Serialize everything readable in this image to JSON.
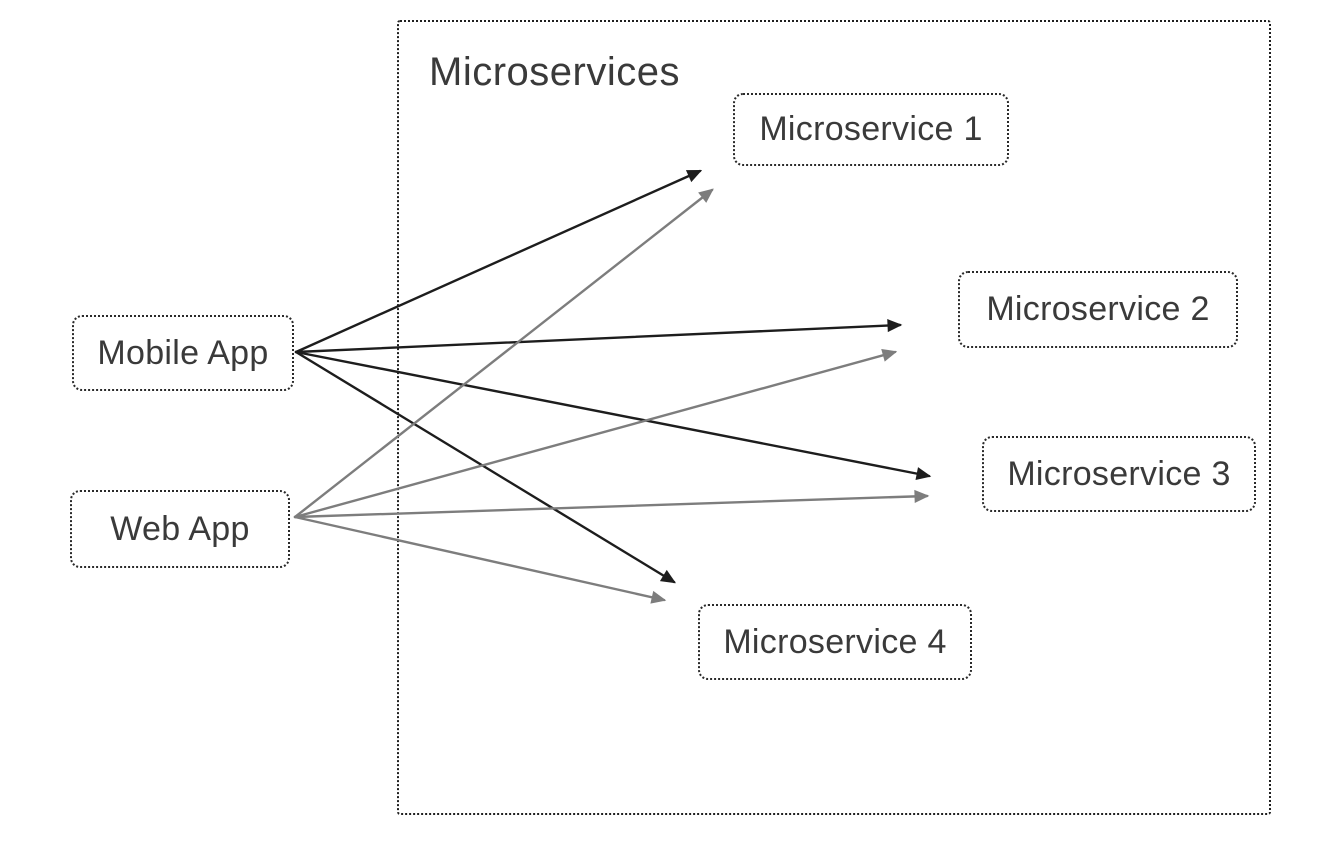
{
  "diagram": {
    "type": "architecture-diagram",
    "group": {
      "label": "Microservices"
    },
    "nodes": {
      "mobile_app": {
        "label": "Mobile App"
      },
      "web_app": {
        "label": "Web App"
      },
      "ms1": {
        "label": "Microservice 1"
      },
      "ms2": {
        "label": "Microservice 2"
      },
      "ms3": {
        "label": "Microservice 3"
      },
      "ms4": {
        "label": "Microservice 4"
      }
    },
    "edges": [
      {
        "from": "Mobile App",
        "to": "Microservice 1",
        "color": "black",
        "arrow": "end"
      },
      {
        "from": "Mobile App",
        "to": "Microservice 2",
        "color": "black",
        "arrow": "end"
      },
      {
        "from": "Mobile App",
        "to": "Microservice 3",
        "color": "black",
        "arrow": "end"
      },
      {
        "from": "Mobile App",
        "to": "Microservice 4",
        "color": "black",
        "arrow": "end"
      },
      {
        "from": "Web App",
        "to": "Microservice 1",
        "color": "gray",
        "arrow": "end"
      },
      {
        "from": "Web App",
        "to": "Microservice 2",
        "color": "gray",
        "arrow": "end"
      },
      {
        "from": "Web App",
        "to": "Microservice 3",
        "color": "gray",
        "arrow": "end"
      },
      {
        "from": "Web App",
        "to": "Microservice 4",
        "color": "gray",
        "arrow": "end"
      }
    ],
    "colors": {
      "edge_black": "#1d1d1d",
      "edge_gray": "#7d7d7d",
      "text": "#3a3a3a",
      "border": "#252525",
      "background": "#ffffff"
    }
  }
}
